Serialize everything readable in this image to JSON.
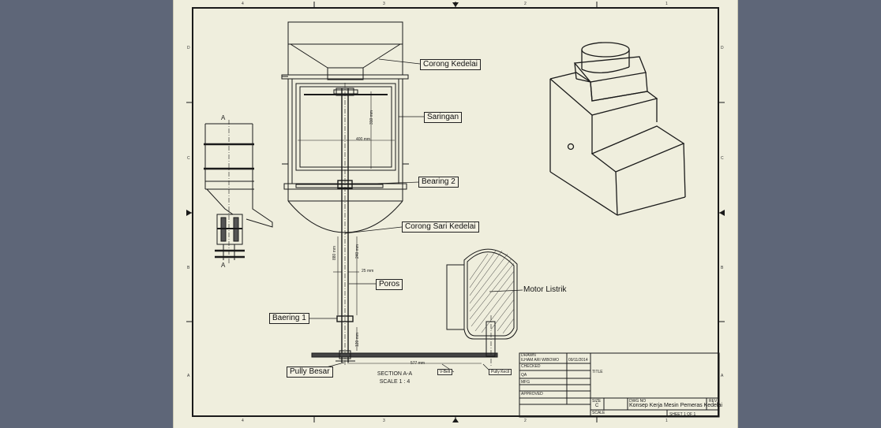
{
  "callouts": {
    "corong_kedelai": "Corong Kedelai",
    "saringan": "Saringan",
    "bearing_2": "Bearing 2",
    "corong_sari": "Corong Sari Kedelai",
    "poros": "Poros",
    "baering_1": "Baering 1",
    "pully_besar": "Pully Besar",
    "motor_listrik": "Motor Listrik"
  },
  "dimensions": {
    "d400": "400 mm",
    "d310": "310 mm",
    "d880": "880 mm",
    "d240": "240 mm",
    "d25": "25 mm",
    "d120": "120 mm",
    "d577": "577 mm",
    "vbelt": "V-Belt",
    "pully_kecil": "Pully Kecil"
  },
  "section": {
    "label": "SECTION A-A",
    "scale": "SCALE 1 : 4",
    "mark_top": "A",
    "mark_bottom": "A"
  },
  "zones": {
    "top": [
      "4",
      "3",
      "2",
      "1"
    ],
    "bottom": [
      "4",
      "3",
      "2",
      "1"
    ],
    "left": [
      "D",
      "C",
      "B",
      "A"
    ],
    "right": [
      "D",
      "C",
      "B",
      "A"
    ]
  },
  "title_block": {
    "drawn_label": "DRAWN",
    "drawn_by": "ILHAM ARI WIBOWO",
    "drawn_date": "09/11/2014",
    "checked_label": "CHECKED",
    "qa_label": "QA",
    "mfg_label": "MFG",
    "approved_label": "APPROVED",
    "title_label": "TITLE",
    "size_label": "SIZE",
    "size_value": "C",
    "dwg_label": "DWG NO",
    "title_value": "Konsep Kerja Mesin Pemeras Kedelai",
    "rev_label": "REV",
    "scale_label": "SCALE",
    "sheet_value": "SHEET 1 OF 1"
  }
}
